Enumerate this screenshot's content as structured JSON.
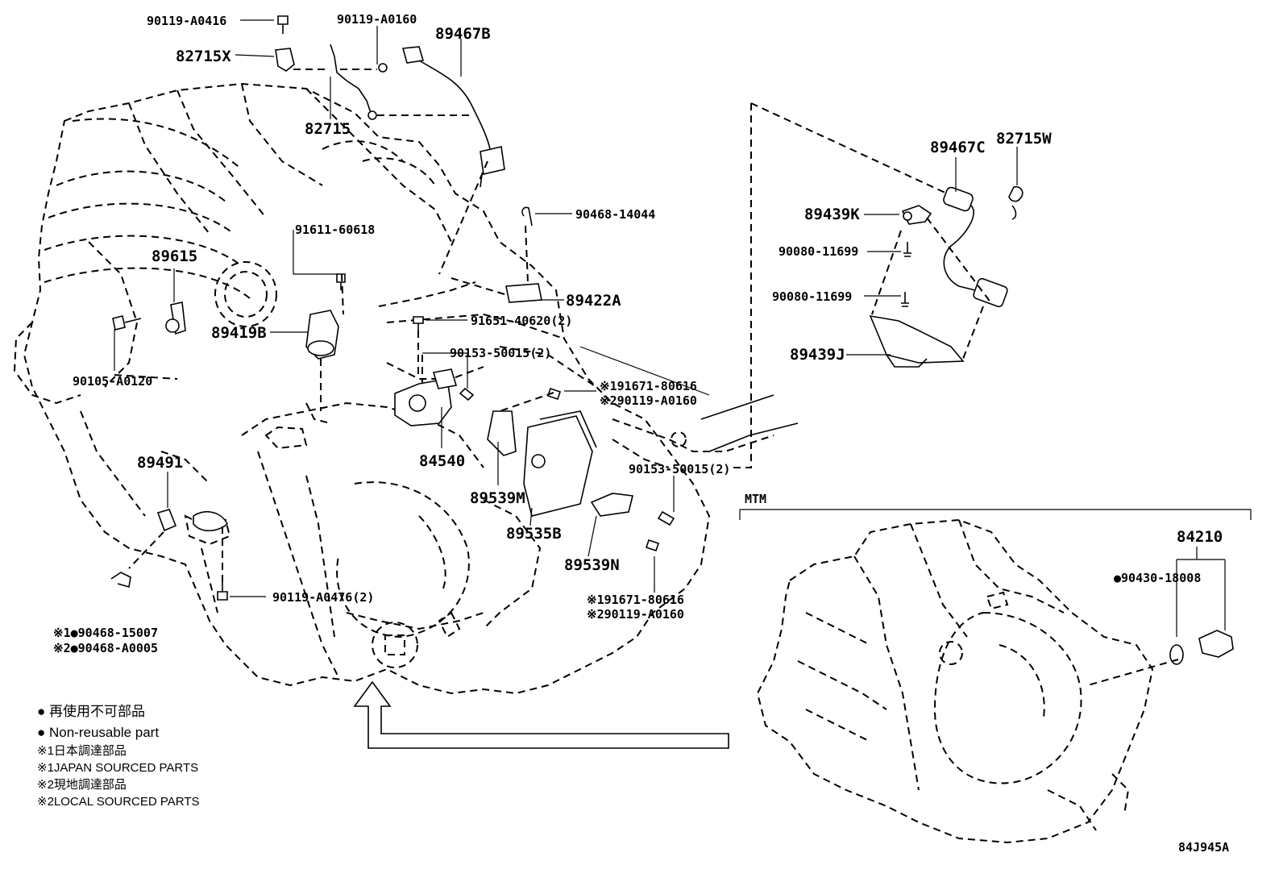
{
  "diagram_code": "84J945A",
  "group_label": "MTM",
  "callouts": {
    "c01": "90119-A0416",
    "c02": "90119-A0160",
    "c03": "89467B",
    "c04": "82715X",
    "c05": "82715",
    "c06": "90468-14044",
    "c07": "91611-60618",
    "c08": "89615",
    "c09": "89422A",
    "c10": "91651-40620(2)",
    "c11": "89419B",
    "c12": "90153-50015(2)",
    "c13": "90105-A0120",
    "c14": "※191671-80616",
    "c15": "※290119-A0160",
    "c16": "84540",
    "c17": "89491",
    "c18": "89539M",
    "c19": "90153-50015(2)",
    "c20": "89535B",
    "c21": "89539N",
    "c22": "90119-A0476(2)",
    "c23": "※191671-80616",
    "c24": "※290119-A0160",
    "c25": "※1●90468-15007",
    "c26": "※2●90468-A0005",
    "c27": "89467C",
    "c28": "82715W",
    "c29": "89439K",
    "c30": "90080-11699",
    "c31": "90080-11699",
    "c32": "89439J",
    "c33": "84210",
    "c34": "●90430-18008"
  },
  "legend": [
    "● 再使用不可部品",
    "● Non-reusable part",
    "※1日本調達部品",
    "※1JAPAN SOURCED PARTS",
    "※2現地調達部品",
    "※2LOCAL SOURCED PARTS"
  ]
}
